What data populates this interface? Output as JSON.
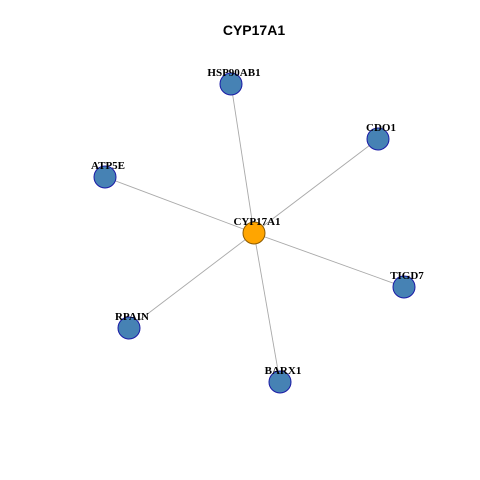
{
  "title": "CYP17A1",
  "colors": {
    "edge": "#a9a9a9",
    "hub_fill": "#ffa500",
    "hub_stroke": "#8b5a00",
    "node_fill": "#4682b4",
    "node_stroke": "#1a1aa6",
    "label": "#000000"
  },
  "nodes": [
    {
      "id": "CYP17A1",
      "label": "CYP17A1",
      "role": "hub"
    },
    {
      "id": "HSP90AB1",
      "label": "HSP90AB1",
      "role": "neighbor"
    },
    {
      "id": "CDO1",
      "label": "CDO1",
      "role": "neighbor"
    },
    {
      "id": "ATP5E",
      "label": "ATP5E",
      "role": "neighbor"
    },
    {
      "id": "TIGD7",
      "label": "TIGD7",
      "role": "neighbor"
    },
    {
      "id": "RPAIN",
      "label": "RPAIN",
      "role": "neighbor"
    },
    {
      "id": "BARX1",
      "label": "BARX1",
      "role": "neighbor"
    }
  ],
  "edges": [
    {
      "source": "CYP17A1",
      "target": "HSP90AB1"
    },
    {
      "source": "CYP17A1",
      "target": "CDO1"
    },
    {
      "source": "CYP17A1",
      "target": "ATP5E"
    },
    {
      "source": "CYP17A1",
      "target": "TIGD7"
    },
    {
      "source": "CYP17A1",
      "target": "RPAIN"
    },
    {
      "source": "CYP17A1",
      "target": "BARX1"
    }
  ]
}
